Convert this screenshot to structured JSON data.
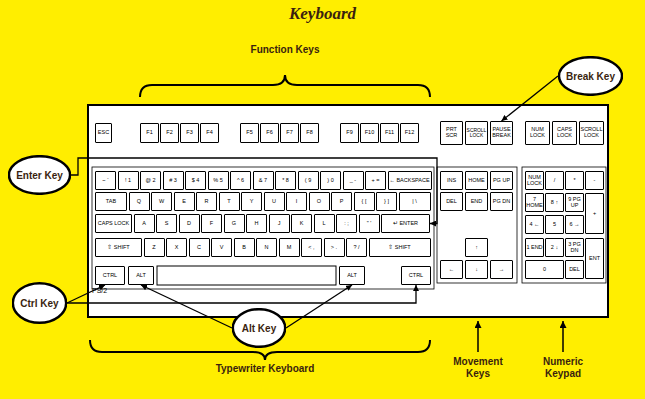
{
  "diagram": {
    "title": "Keyboard",
    "nodes": [
      {
        "text": [
          "Enter Key"
        ]
      },
      {
        "text": [
          "Ctrl Key"
        ]
      },
      {
        "text": [
          "Alt Key"
        ]
      },
      {
        "text": [
          "Break Key"
        ]
      },
      {
        "text": [
          "ESC"
        ]
      },
      {
        "text": [
          "F1"
        ]
      },
      {
        "text": [
          "F2"
        ]
      },
      {
        "text": [
          "F3"
        ]
      },
      {
        "text": [
          "F4"
        ]
      },
      {
        "text": [
          "F5"
        ]
      },
      {
        "text": [
          "F6"
        ]
      },
      {
        "text": [
          "F7"
        ]
      },
      {
        "text": [
          "F8"
        ]
      },
      {
        "text": [
          "F9"
        ]
      },
      {
        "text": [
          "F10"
        ]
      },
      {
        "text": [
          "F11"
        ]
      },
      {
        "text": [
          "F12"
        ]
      },
      {
        "text": [
          "PRT SCR"
        ]
      },
      {
        "text": [
          "SCROLL LOCK"
        ]
      },
      {
        "text": [
          "PAUSE BREAK"
        ]
      },
      {
        "text": [
          "NUM LOCK"
        ]
      },
      {
        "text": [
          "CAPS LOCK"
        ]
      },
      {
        "text": [
          "SCROLL LOCK"
        ]
      },
      {
        "text": [
          "~ `"
        ]
      },
      {
        "text": [
          "! 1"
        ]
      },
      {
        "text": [
          "@ 2"
        ]
      },
      {
        "text": [
          "# 3"
        ]
      },
      {
        "text": [
          "$ 4"
        ]
      },
      {
        "text": [
          "% 5"
        ]
      },
      {
        "text": [
          "^ 6"
        ]
      },
      {
        "text": [
          "& 7"
        ]
      },
      {
        "text": [
          "* 8"
        ]
      },
      {
        "text": [
          "( 9"
        ]
      },
      {
        "text": [
          ") 0"
        ]
      },
      {
        "text": [
          "_ -"
        ]
      },
      {
        "text": [
          "+ ="
        ]
      },
      {
        "text": [
          "← BACKSPACE"
        ]
      },
      {
        "text": [
          "TAB"
        ]
      },
      {
        "text": [
          "Q"
        ]
      },
      {
        "text": [
          "W"
        ]
      },
      {
        "text": [
          "E"
        ]
      },
      {
        "text": [
          "R"
        ]
      },
      {
        "text": [
          "T"
        ]
      },
      {
        "text": [
          "Y"
        ]
      },
      {
        "text": [
          "U"
        ]
      },
      {
        "text": [
          "I"
        ]
      },
      {
        "text": [
          "O"
        ]
      },
      {
        "text": [
          "P"
        ]
      },
      {
        "text": [
          "{ ["
        ]
      },
      {
        "text": [
          "} ]"
        ]
      },
      {
        "text": [
          "| \\"
        ]
      },
      {
        "text": [
          "CAPS LOCK"
        ]
      },
      {
        "text": [
          "A"
        ]
      },
      {
        "text": [
          "S"
        ]
      },
      {
        "text": [
          "D"
        ]
      },
      {
        "text": [
          "F"
        ]
      },
      {
        "text": [
          "G"
        ]
      },
      {
        "text": [
          "H"
        ]
      },
      {
        "text": [
          "J"
        ]
      },
      {
        "text": [
          "K"
        ]
      },
      {
        "text": [
          "L"
        ]
      },
      {
        "text": [
          ": ;"
        ]
      },
      {
        "text": [
          "\" '"
        ]
      },
      {
        "text": [
          "↵ ENTER"
        ]
      },
      {
        "text": [
          "⇧ SHIFT"
        ]
      },
      {
        "text": [
          "Z"
        ]
      },
      {
        "text": [
          "X"
        ]
      },
      {
        "text": [
          "C"
        ]
      },
      {
        "text": [
          "V"
        ]
      },
      {
        "text": [
          "B"
        ]
      },
      {
        "text": [
          "N"
        ]
      },
      {
        "text": [
          "M"
        ]
      },
      {
        "text": [
          "< ,"
        ]
      },
      {
        "text": [
          "> ."
        ]
      },
      {
        "text": [
          "? /"
        ]
      },
      {
        "text": [
          "⇧ SHIFT"
        ]
      },
      {
        "text": [
          "CTRL"
        ]
      },
      {
        "text": [
          "ALT"
        ]
      },
      {
        "text": [
          "ALT"
        ]
      },
      {
        "text": [
          "CTRL"
        ]
      },
      {
        "text": [
          "INS"
        ]
      },
      {
        "text": [
          "HOME"
        ]
      },
      {
        "text": [
          "PG UP"
        ]
      },
      {
        "text": [
          "DEL"
        ]
      },
      {
        "text": [
          "END"
        ]
      },
      {
        "text": [
          "PG DN"
        ]
      },
      {
        "text": [
          "↑"
        ]
      },
      {
        "text": [
          "←"
        ]
      },
      {
        "text": [
          "↓"
        ]
      },
      {
        "text": [
          "→"
        ]
      },
      {
        "text": [
          "NUM LOCK"
        ]
      },
      {
        "text": [
          "/"
        ]
      },
      {
        "text": [
          "*"
        ]
      },
      {
        "text": [
          "-"
        ]
      },
      {
        "text": [
          "7 HOME"
        ]
      },
      {
        "text": [
          "8 ↑"
        ]
      },
      {
        "text": [
          "9 PG UP"
        ]
      },
      {
        "text": [
          "+"
        ]
      },
      {
        "text": [
          "4 ←"
        ]
      },
      {
        "text": [
          "5"
        ]
      },
      {
        "text": [
          "6 →"
        ]
      },
      {
        "text": [
          "1 END"
        ]
      },
      {
        "text": [
          "2 ↓"
        ]
      },
      {
        "text": [
          "3 PG DN"
        ]
      },
      {
        "text": [
          "ENT"
        ]
      },
      {
        "text": [
          "0"
        ]
      },
      {
        "text": [
          "DEL"
        ]
      }
    ],
    "edges": [
      {
        "from": 0,
        "to": 63,
        "arrow": "to"
      },
      {
        "from": 1,
        "to": 76,
        "arrow": "to"
      },
      {
        "from": 1,
        "to": 79,
        "arrow": "to"
      },
      {
        "from": 2,
        "to": 77,
        "arrow": "to"
      },
      {
        "from": 2,
        "to": 78,
        "arrow": "to"
      },
      {
        "from": 3,
        "to": 19,
        "arrow": "to"
      }
    ],
    "labels": [
      "Function Keys",
      "Typewriter Keyboard",
      "Movement Keys",
      "Numeric Keypad",
      "PS/2"
    ]
  }
}
